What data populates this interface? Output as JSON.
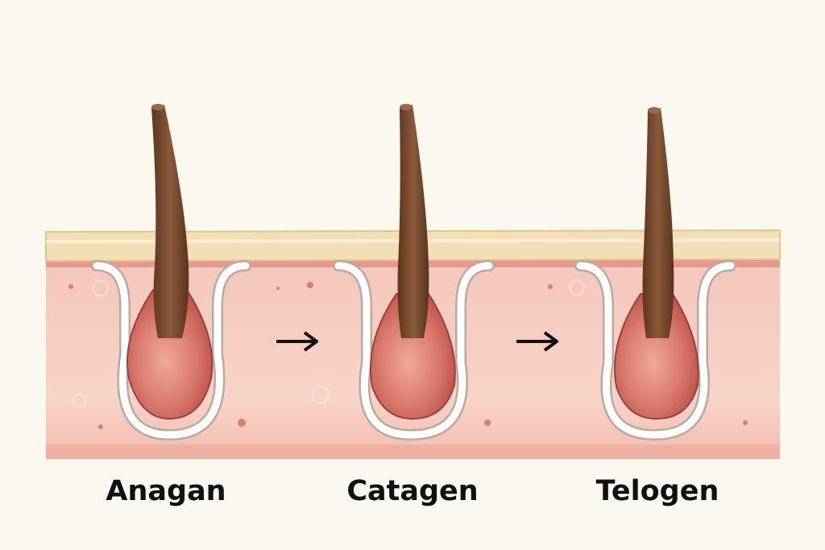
{
  "stages": [
    {
      "name": "Anagan"
    },
    {
      "name": "Catagen"
    },
    {
      "name": "Telogen"
    }
  ],
  "colors": {
    "background": "#fbf8ef",
    "epidermis": "#f3dfb5",
    "dermis": "#f6cdbf",
    "hair_shaft": "#7a4a30",
    "bulb": "#d9786e",
    "sheath": "#ffffff",
    "arrow": "#111111"
  }
}
